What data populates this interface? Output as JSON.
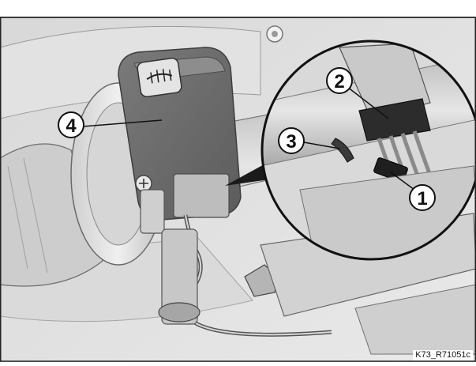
{
  "figure": {
    "reference_code": "K73_R71051c",
    "callouts": [
      {
        "id": "callout-1",
        "label": "1"
      },
      {
        "id": "callout-2",
        "label": "2"
      },
      {
        "id": "callout-3",
        "label": "3"
      },
      {
        "id": "callout-4",
        "label": "4"
      }
    ],
    "switch_icon": "heated-grip-icon"
  }
}
